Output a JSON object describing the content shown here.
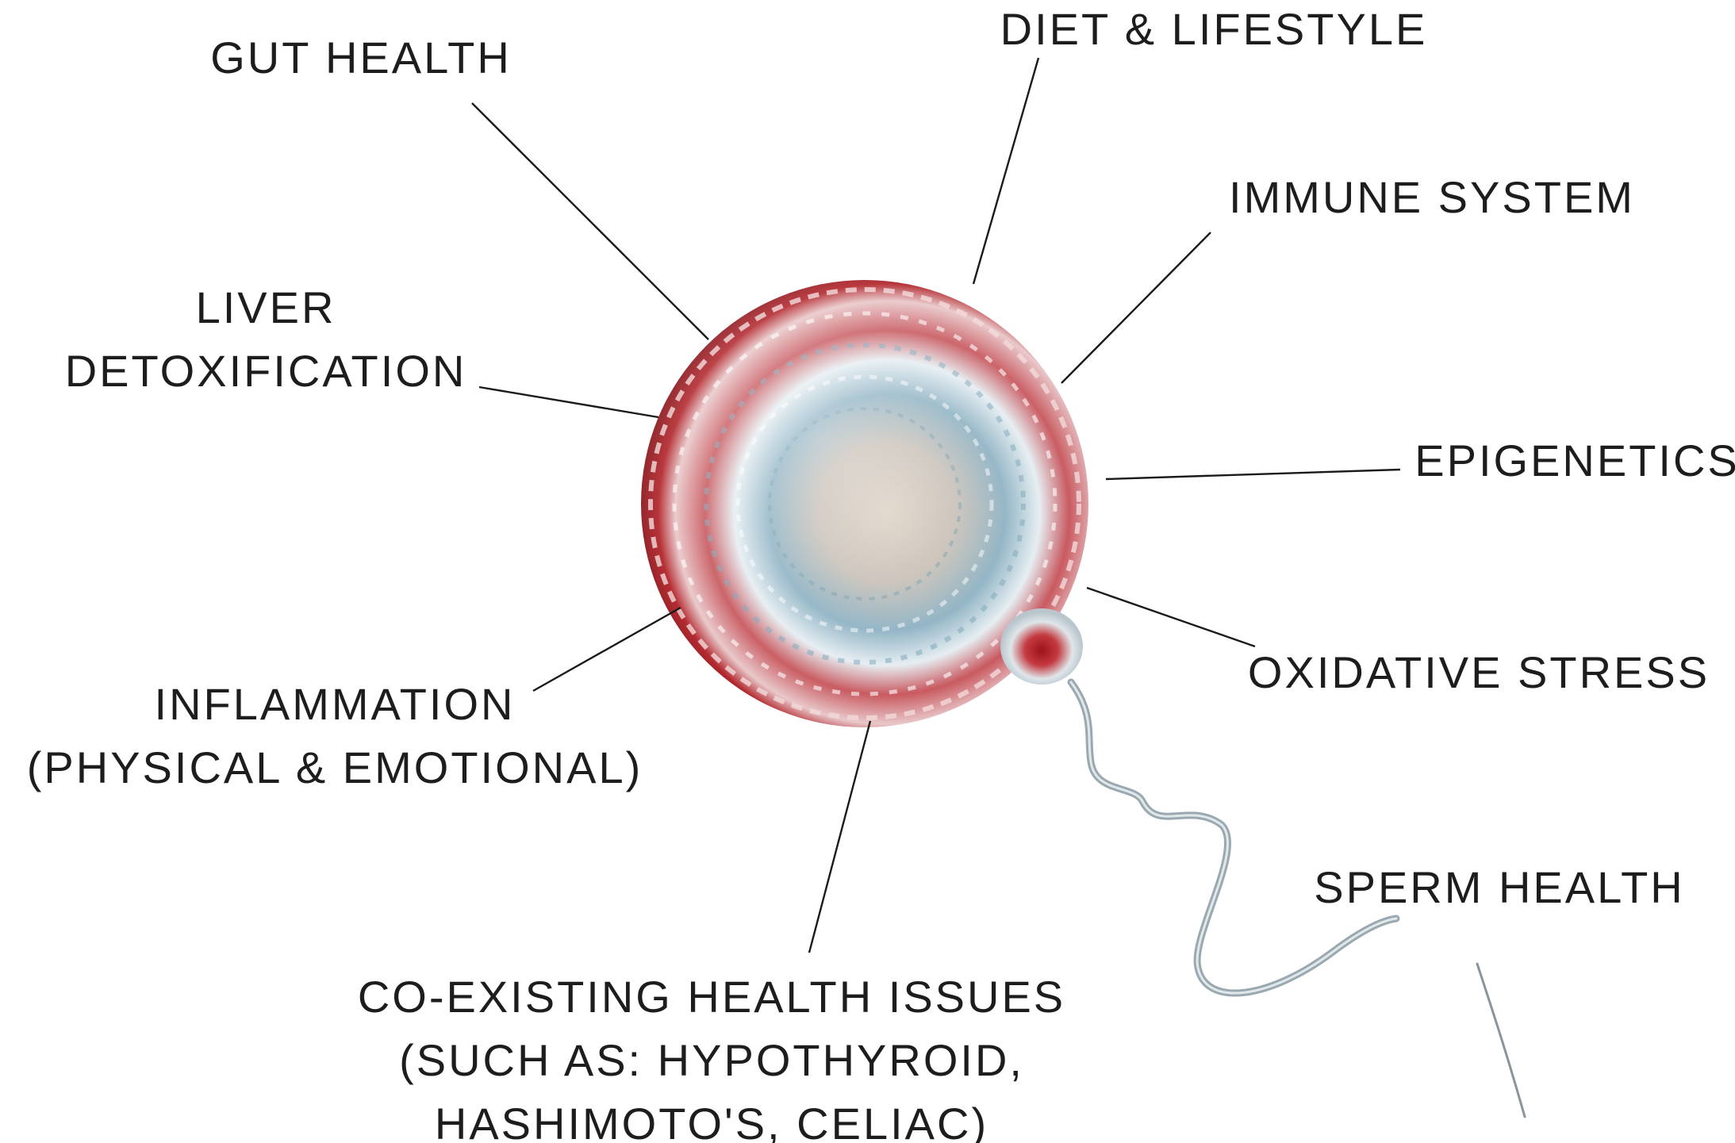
{
  "labels": {
    "gut_health": "GUT HEALTH",
    "diet_lifestyle": "DIET & LIFESTYLE",
    "immune_system": "IMMUNE SYSTEM",
    "liver_line1": "LIVER",
    "liver_line2": "DETOXIFICATION",
    "epigenetics": "EPIGENETICS",
    "inflammation_line1": "INFLAMMATION",
    "inflammation_line2": "(PHYSICAL & EMOTIONAL)",
    "oxidative_stress": "OXIDATIVE STRESS",
    "sperm_health": "SPERM HEALTH",
    "coexisting_line1": "CO-EXISTING HEALTH ISSUES",
    "coexisting_line2": "(SUCH AS: HYPOTHYROID,",
    "coexisting_line3": "HASHIMOTO'S, CELIAC)"
  },
  "colors": {
    "egg_outer": "#b2262c",
    "egg_inner": "#8fb3c4",
    "egg_core": "#d8cbbd",
    "sperm_tail": "#9aa9b1",
    "line": "#1a1a1a",
    "text": "#1d1d1d"
  }
}
